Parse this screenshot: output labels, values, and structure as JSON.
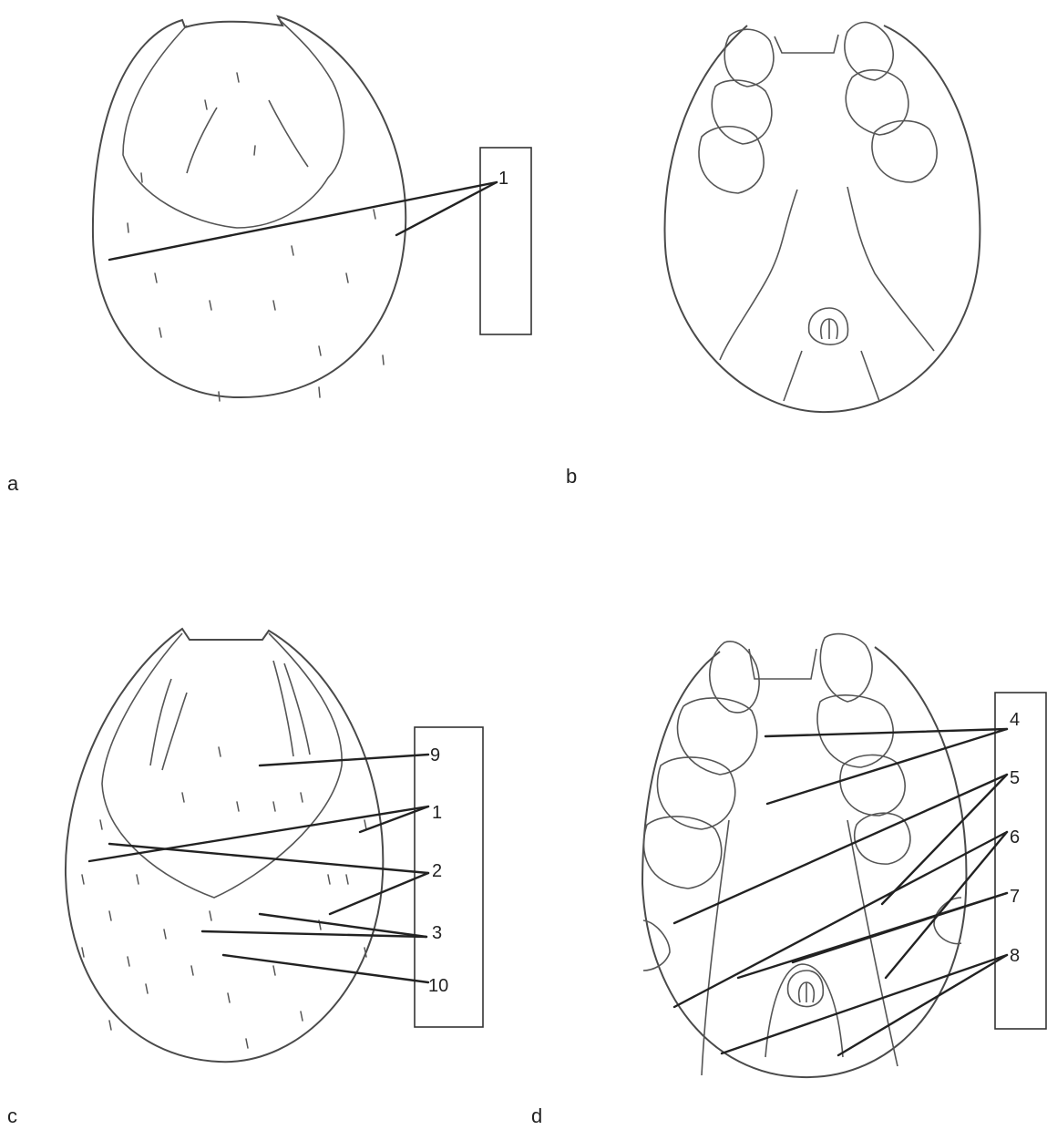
{
  "panels": {
    "a": {
      "label": "a",
      "callouts": [
        "1"
      ]
    },
    "b": {
      "label": "b"
    },
    "c": {
      "label": "c",
      "callouts": [
        "9",
        "1",
        "2",
        "3",
        "10"
      ]
    },
    "d": {
      "label": "d",
      "callouts": [
        "4",
        "5",
        "6",
        "7",
        "8"
      ]
    }
  }
}
